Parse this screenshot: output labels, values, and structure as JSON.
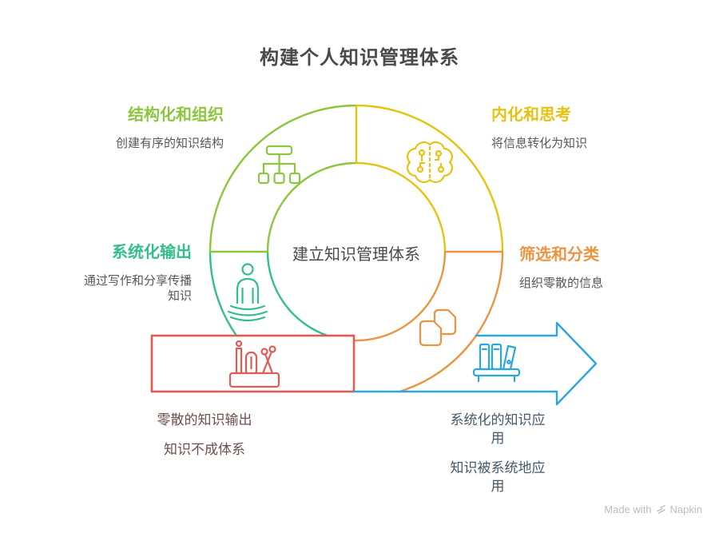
{
  "title": "构建个人知识管理体系",
  "center_label": "建立知识管理体系",
  "segments": {
    "structure": {
      "heading": "结构化和组织",
      "description": "创建有序的知识结构"
    },
    "internalize": {
      "heading": "内化和思考",
      "description": "将信息转化为知识"
    },
    "filter": {
      "heading": "筛选和分类",
      "description": "组织零散的信息"
    },
    "output": {
      "heading": "系统化输出",
      "description": "通过写作和分享传播知识"
    }
  },
  "problem_box": {
    "caption_primary": "零散的知识输出",
    "caption_secondary": "知识不成体系"
  },
  "solution_arrow": {
    "caption_primary": "系统化的知识应用",
    "caption_secondary": "知识被系统地应用"
  },
  "credit": {
    "prefix": "Made with",
    "brand": "Napkin"
  },
  "colors": {
    "green": "#8CC63F",
    "yellow": "#E5C312",
    "orange": "#EB9442",
    "emerald": "#33BE8A",
    "red": "#E25A52",
    "blue": "#2BA6DE",
    "title": "#4A4A4A",
    "body": "#575757",
    "caption-problem": "#6E4F4C",
    "caption-solution": "#46596B",
    "credit": "#BDBDBD"
  }
}
